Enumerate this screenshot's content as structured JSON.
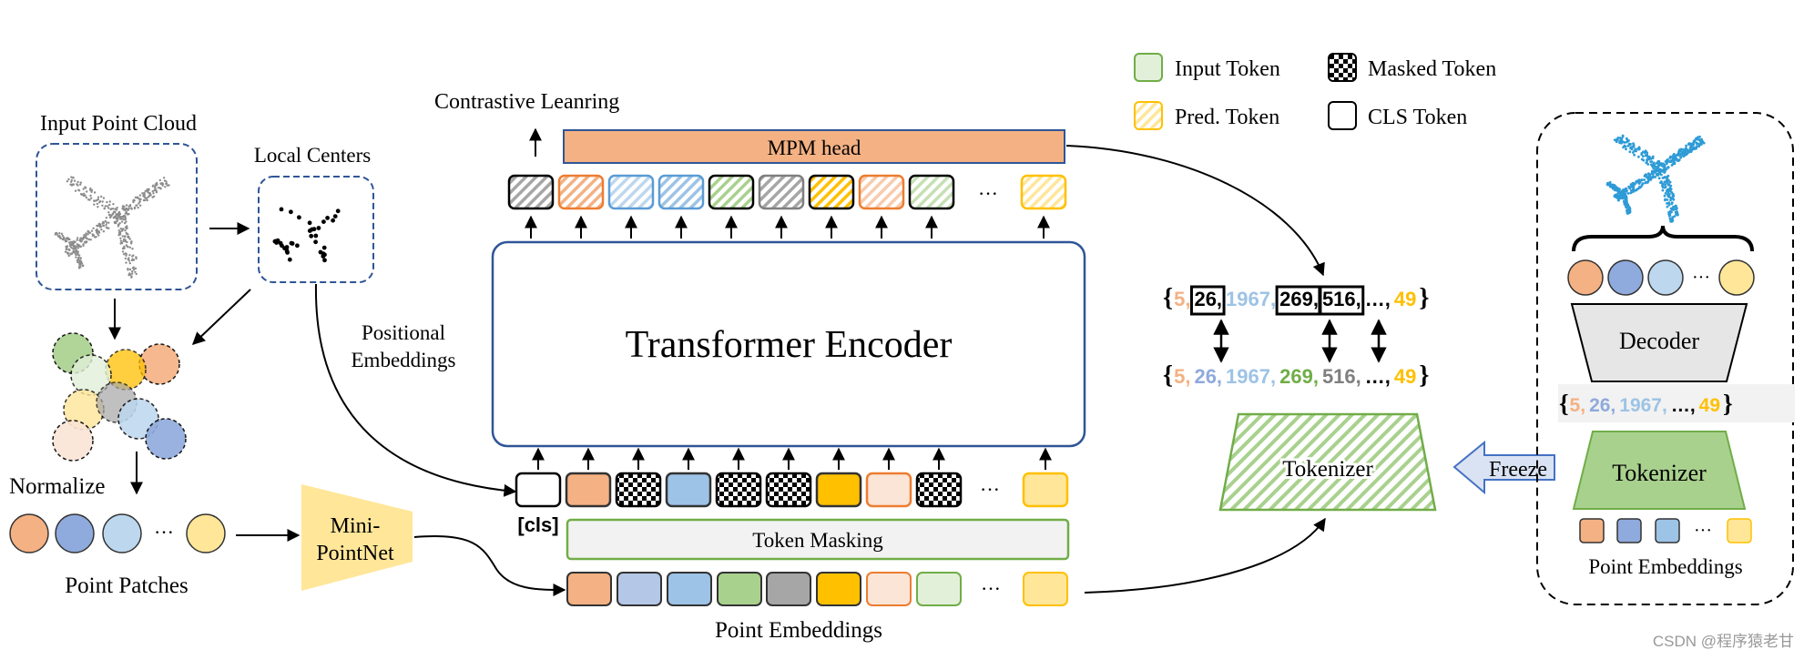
{
  "colors": {
    "orange": "#f4b183",
    "blue_mid": "#8faadc",
    "blue_light": "#bdd7ee",
    "green": "#a9d18e",
    "gray": "#a6a6a6",
    "yellow_gold": "#ffc000",
    "peach": "#fbe5d6",
    "green_light": "#e2f0d9",
    "yellow_light": "#ffe699",
    "mpm_head": "#f4b183",
    "token_masking_bg": "#f2f2f2",
    "token_masking_border": "#70ad47",
    "tokenizer_green": "#a9d18e",
    "tokenizer_border": "#70ad47",
    "freeze_arrow": "#dae3f3",
    "freeze_border": "#4472c4",
    "encoder_border": "#2f5597",
    "local_center_border": "#2f5597",
    "decoder_gray": "#e7e6e6",
    "num_orange": "#f4b183",
    "num_blue": "#8faadc",
    "num_lightblue": "#9dc3e6",
    "num_green": "#70ad47",
    "num_gray": "#7f7f7f",
    "num_yellow": "#ffc000",
    "airplane_blue": "#2e9bd6"
  },
  "labels": {
    "input_point_cloud": "Input Point Cloud",
    "local_centers": "Local Centers",
    "normalize": "Normalize",
    "point_patches": "Point Patches",
    "positional_embeddings_1": "Positional",
    "positional_embeddings_2": "Embeddings",
    "mini_pointnet_1": "Mini-",
    "mini_pointnet_2": "PointNet",
    "contrastive_learning": "Contrastive Leanring",
    "mpm_head": "MPM head",
    "transformer_encoder": "Transformer Encoder",
    "cls": "[cls]",
    "token_masking": "Token Masking",
    "point_embeddings": "Point Embeddings",
    "tokenizer": "Tokenizer",
    "freeze": "Freeze",
    "decoder": "Decoder",
    "tokenizer_right": "Tokenizer",
    "point_embeddings_right": "Point Embeddings",
    "ellipsis": "···",
    "watermark": "CSDN @程序猿老甘"
  },
  "legend": {
    "input_token": "Input Token",
    "masked_token": "Masked Token",
    "pred_token": "Pred. Token",
    "cls_token": "CLS Token"
  },
  "codes_top": {
    "open": "{",
    "close": "}",
    "items": [
      {
        "text": "5,",
        "color": "orange",
        "boxed": false
      },
      {
        "text": "26,",
        "color": "black",
        "boxed": true
      },
      {
        "text": "1967,",
        "color": "lightblue",
        "boxed": false
      },
      {
        "text": "269,",
        "color": "black",
        "boxed": true
      },
      {
        "text": "516,",
        "color": "black",
        "boxed": true
      },
      {
        "text": "…,",
        "color": "black",
        "boxed": false
      },
      {
        "text": "49",
        "color": "yellow",
        "boxed": false
      }
    ]
  },
  "codes_bottom": {
    "open": "{",
    "close": "}",
    "items": [
      {
        "text": "5,",
        "color": "orange"
      },
      {
        "text": "26,",
        "color": "blue"
      },
      {
        "text": "1967,",
        "color": "lightblue"
      },
      {
        "text": "269,",
        "color": "green"
      },
      {
        "text": "516,",
        "color": "gray"
      },
      {
        "text": "…,",
        "color": "black"
      },
      {
        "text": "49",
        "color": "yellow"
      }
    ]
  },
  "codes_right": {
    "open": "{",
    "close": "}",
    "items": [
      {
        "text": "5,",
        "color": "orange"
      },
      {
        "text": "26,",
        "color": "blue"
      },
      {
        "text": "1967,",
        "color": "lightblue"
      },
      {
        "text": "…,",
        "color": "black"
      },
      {
        "text": "49",
        "color": "yellow"
      }
    ]
  }
}
